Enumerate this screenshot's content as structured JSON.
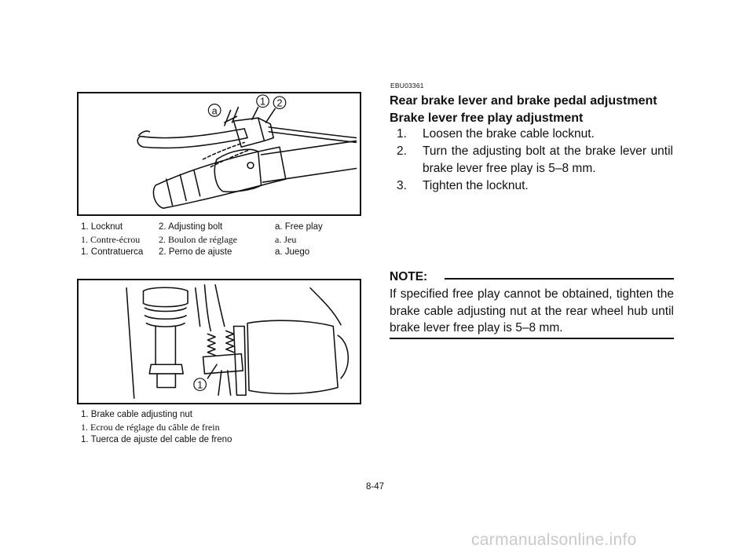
{
  "figure1": {
    "callouts": {
      "a": "a",
      "n1": "1",
      "n2": "2"
    },
    "captions": [
      [
        "1.  Locknut",
        "2.  Adjusting bolt",
        "a.  Free play"
      ],
      [
        "1.  Contre-écrou",
        "2.  Boulon de réglage",
        "a.  Jeu"
      ],
      [
        "1.  Contratuerca",
        "2.  Perno de ajuste",
        "a.  Juego"
      ]
    ]
  },
  "figure2": {
    "callouts": {
      "n1": "1"
    },
    "captions": [
      "1.  Brake cable adjusting nut",
      "1.  Ecrou de réglage du câble de frein",
      "1.  Tuerca de ajuste del cable de freno"
    ]
  },
  "section": {
    "code": "EBU03361",
    "title": "Rear brake lever and brake pedal adjustment",
    "subtitle": "Brake lever free play adjustment",
    "steps": [
      {
        "num": "1.",
        "text": "Loosen the brake cable locknut."
      },
      {
        "num": "2.",
        "text": "Turn the adjusting bolt at the brake lever until brake lever free play is 5–8 mm."
      },
      {
        "num": "3.",
        "text": "Tighten the locknut."
      }
    ]
  },
  "note": {
    "label": "NOTE:",
    "text": "If specified free play cannot be obtained, tighten the brake cable adjusting nut at the rear wheel hub until brake lever free play is 5–8 mm."
  },
  "page_number": "8-47",
  "watermark": "carmanualsonline.info"
}
